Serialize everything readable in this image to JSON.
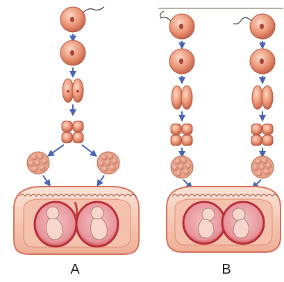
{
  "panels": [
    {
      "label": "A",
      "stages": [
        "fertilized-egg",
        "zygote",
        "two-cell",
        "four-cell",
        "morula-split",
        "uterus-twins"
      ]
    },
    {
      "label": "B",
      "stages": [
        "fertilized-egg",
        "zygote",
        "two-cell",
        "four-cell",
        "morula",
        "uterus-twins"
      ]
    }
  ],
  "colors": {
    "cell": "#e8866a",
    "cell_light": "#f6c3ae",
    "cell_edge": "#b85a45",
    "uterus": "#f0b39a",
    "uterus_dark": "#d9745f",
    "sac": "#c9443f",
    "fetus": "#f7d6cf",
    "arrow": "#4a64b8"
  }
}
